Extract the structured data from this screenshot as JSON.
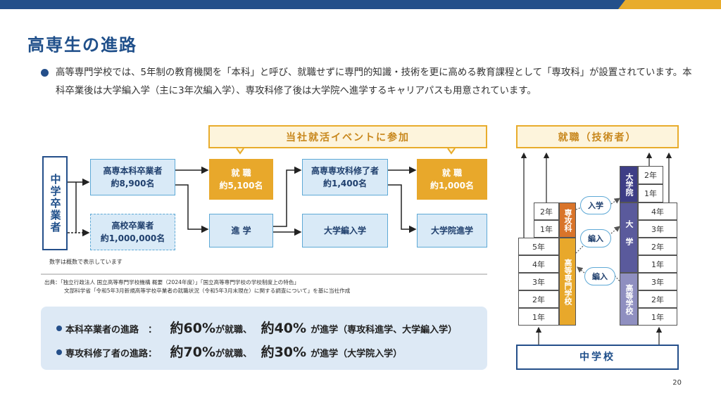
{
  "page": {
    "title": "高専生の進路",
    "page_number": "20"
  },
  "intro": {
    "text": "高等専門学校では、5年制の教育機関を「本科」と呼び、就職せずに専門的知識・技術を更に高める教育課程として「専攻科」が設置されています。本科卒業後は大学編入学（主に3年次編入学）、専攻科修了後は大学院へ進学するキャリアパスも用意されています。"
  },
  "flow": {
    "event_header": "当社就活イベントに参加",
    "source": "中学卒業者",
    "honka_grad": {
      "label": "高専本科卒業者",
      "count": "約8,900名"
    },
    "hs_grad": {
      "label": "高校卒業者",
      "count": "約1,000,000名"
    },
    "job1": {
      "label": "就 職",
      "count": "約5,100名"
    },
    "advance": "進 学",
    "senko_grad": {
      "label": "高専専攻科修了者",
      "count": "約1,400名"
    },
    "transfer": "大学編入学",
    "job2": {
      "label": "就 職",
      "count": "約1,000名"
    },
    "grad_school": "大学院進学",
    "note": "数字は概数で表示しています",
    "source_line1": "出典：「独立行政法人 国立高等専門学校機構 概要（2024年度）」「国立高等専門学校の学校制度上の特色」",
    "source_line2": "文部科学省「令和5年3月新規高等学校卒業者の就職状況（令和5年3月末現在）に関する調査について」を基に当社作成"
  },
  "summary": [
    {
      "label": "本科卒業者の進路　：",
      "p1": "約60%",
      "t1": "が就職、",
      "p2": "約40%",
      "t2": "が進学（専攻科進学、大学編入学）"
    },
    {
      "label": "専攻科修了者の進路：",
      "p1": "約70%",
      "t1": "が就職、",
      "p2": "約30%",
      "t2": "が進学（大学院入学）"
    }
  ],
  "right_diagram": {
    "header": "就職（技術者）",
    "base": "中学校",
    "kosen_years": [
      "5年",
      "4年",
      "3年",
      "2年",
      "1年"
    ],
    "kosen_label": "高等専門学校",
    "senko_years": [
      "2年",
      "1年"
    ],
    "senko_label": "専攻科",
    "grad_years": [
      "2年",
      "1年"
    ],
    "grad_label": "大学院",
    "univ_years": [
      "4年",
      "3年",
      "2年",
      "1年"
    ],
    "univ_label": "大学",
    "hs_years": [
      "3年",
      "2年",
      "1年"
    ],
    "hs_label": "高等学校",
    "bubble_enter": "入学",
    "bubble_transfer1": "編入",
    "bubble_transfer2": "編入"
  },
  "colors": {
    "navy": "#244f8a",
    "gold": "#e8a82b",
    "light_blue": "#d9eaf7",
    "purple": "#5a5a9c"
  }
}
